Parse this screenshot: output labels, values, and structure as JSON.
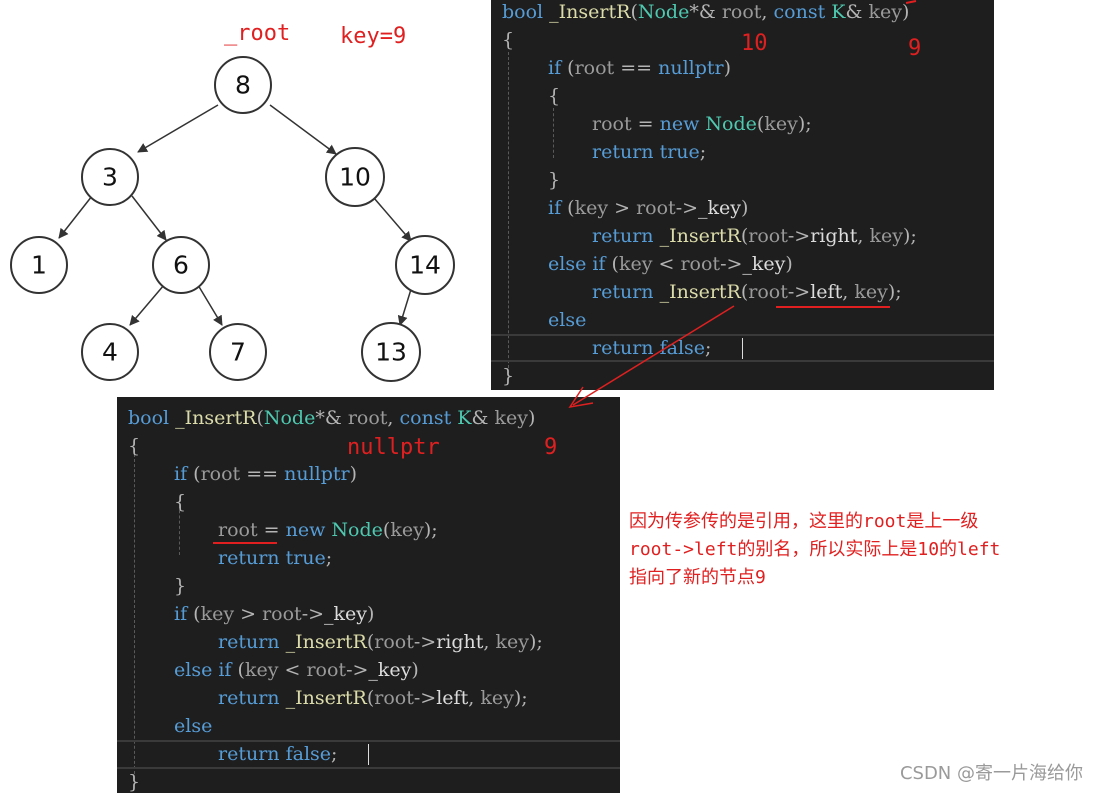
{
  "tree": {
    "root_label": "_root",
    "key_label": "key=9",
    "nodes": [
      "8",
      "3",
      "10",
      "1",
      "6",
      "14",
      "4",
      "7",
      "13"
    ]
  },
  "panel_top": {
    "annotation_root": "10",
    "annotation_key": "9",
    "lines": [
      "bool _InsertR(Node*& root, const K& key)",
      "{",
      "    if (root == nullptr)",
      "    {",
      "        root = new Node(key);",
      "        return true;",
      "    }",
      "    if (key > root->_key)",
      "        return _InsertR(root->right, key);",
      "    else if (key < root->_key)",
      "        return _InsertR(root->left, key);",
      "    else",
      "        return false;",
      "}"
    ]
  },
  "panel_bottom": {
    "annotation_root": "nullptr",
    "annotation_key": "9",
    "lines": [
      "bool _InsertR(Node*& root, const K& key)",
      "{",
      "    if (root == nullptr)",
      "    {",
      "        root = new Node(key);",
      "        return true;",
      "    }",
      "    if (key > root->_key)",
      "        return _InsertR(root->right, key);",
      "    else if (key < root->_key)",
      "        return _InsertR(root->left, key);",
      "    else",
      "        return false;",
      "}"
    ]
  },
  "note": {
    "lines": [
      "因为传参传的是引用，这里的root是上一级",
      "root->left的别名，所以实际上是10的left",
      "指向了新的节点9"
    ]
  },
  "watermark": "CSDN @寄一片海给你",
  "colors": {
    "annotation": "#e02020",
    "code_bg": "#1e1e1e",
    "keyword": "#569cd6",
    "type": "#4ec9b0",
    "function": "#dcdcaa"
  }
}
